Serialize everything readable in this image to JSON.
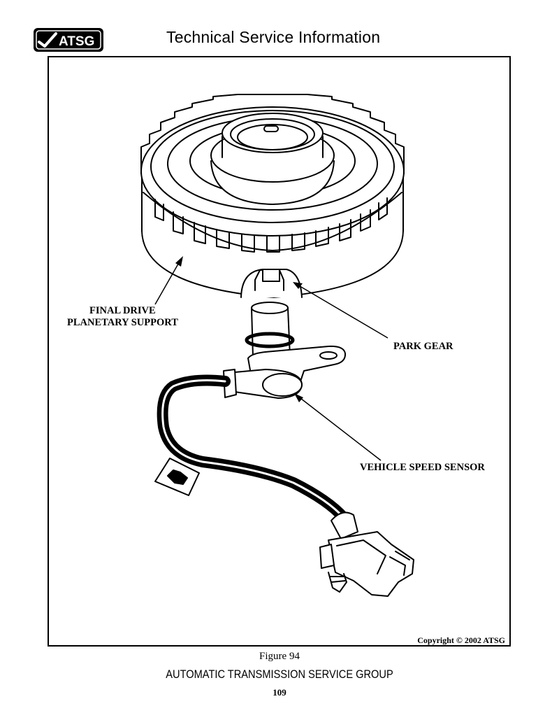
{
  "header": {
    "logo_text": "ATSG",
    "title": "Technical Service Information"
  },
  "figure": {
    "labels": {
      "final_drive_line1": "FINAL DRIVE",
      "final_drive_line2": "PLANETARY SUPPORT",
      "park_gear": "PARK GEAR",
      "vehicle_speed_sensor": "VEHICLE SPEED SENSOR"
    },
    "copyright": "Copyright © 2002 ATSG",
    "caption": "Figure 94"
  },
  "footer": {
    "organization": "AUTOMATIC TRANSMISSION SERVICE GROUP",
    "page_number": "109"
  }
}
